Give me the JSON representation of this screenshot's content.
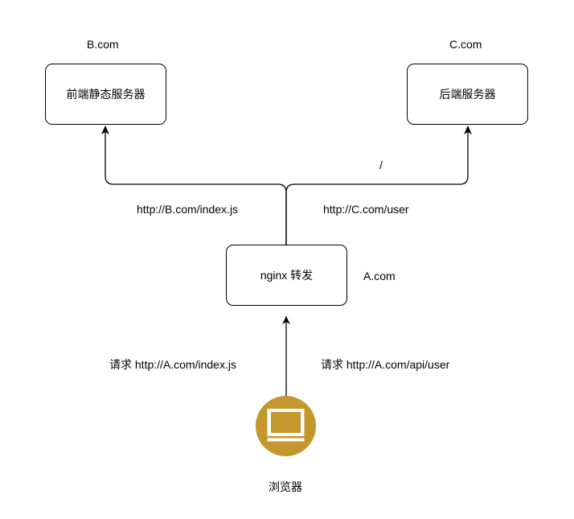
{
  "nodes": {
    "frontend": {
      "domain": "B.com",
      "title": "前端静态服务器"
    },
    "backend": {
      "domain": "C.com",
      "title": "后端服务器"
    },
    "proxy": {
      "domain": "A.com",
      "title": "nginx 转发"
    },
    "browser": {
      "title": "浏览器",
      "icon": "monitor-icon",
      "icon_color": "#C4962E"
    }
  },
  "edges": {
    "to_frontend": "http://B.com/index.js",
    "to_backend": "http://C.com/user",
    "backend_slash": "/",
    "request_js": "请求 http://A.com/index.js",
    "request_api": "请求  http://A.com/api/user"
  }
}
